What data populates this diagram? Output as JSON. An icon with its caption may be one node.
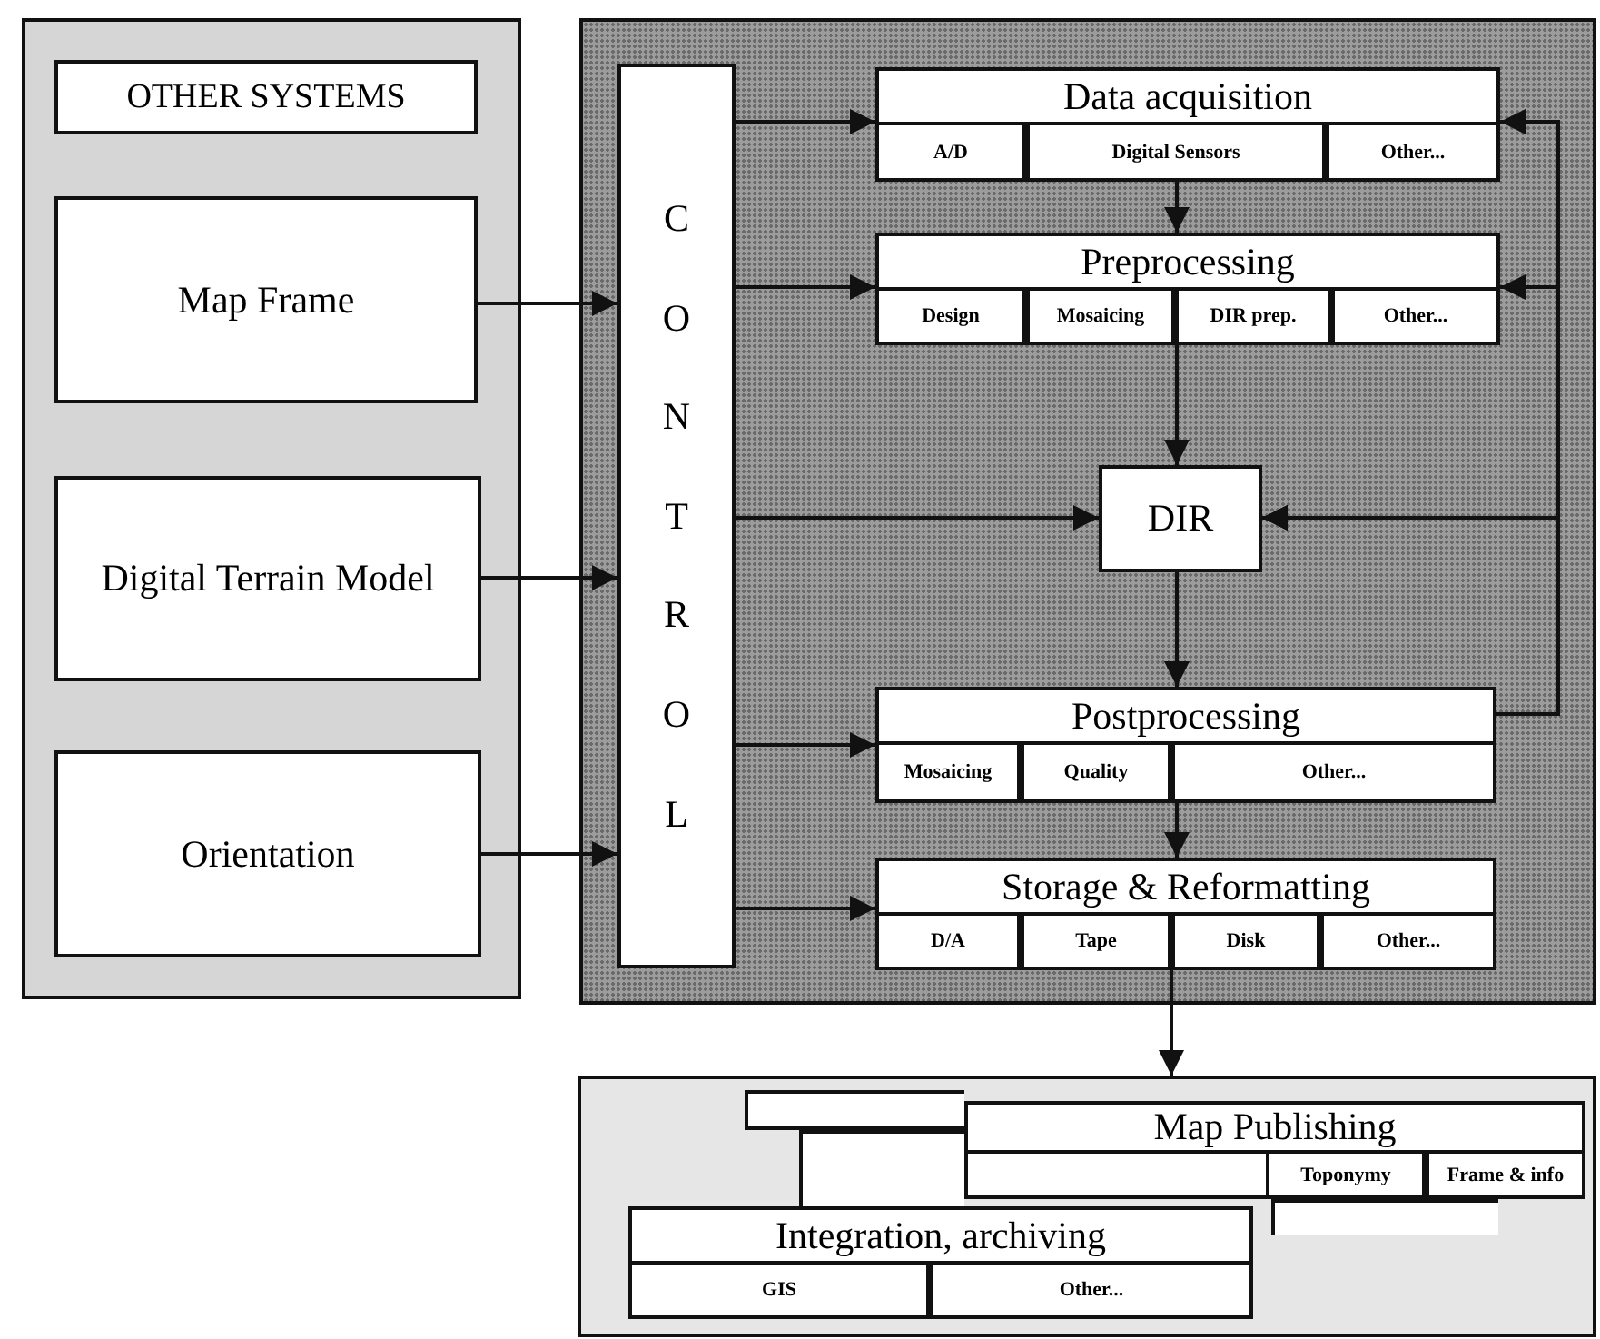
{
  "diagram": {
    "nodes": [
      {
        "text": [
          "OTHER SYSTEMS"
        ]
      },
      {
        "text": [
          "Map Frame"
        ],
        "in": 0
      },
      {
        "text": [
          "Digital Terrain Model"
        ],
        "in": 0
      },
      {
        "text": [
          "Orientation"
        ],
        "in": 0
      },
      {
        "text": [],
        "shape": "box"
      },
      {
        "text": [
          "CONTROL"
        ],
        "in": 4
      },
      {
        "text": [
          "Data acquisition"
        ],
        "in": 4
      },
      {
        "text": [
          "A/D"
        ],
        "in": 6
      },
      {
        "text": [
          "Digital Sensors"
        ],
        "in": 6
      },
      {
        "text": [
          "Other..."
        ],
        "in": 6
      },
      {
        "text": [
          "Preprocessing"
        ],
        "in": 4
      },
      {
        "text": [
          "Design"
        ],
        "in": 10
      },
      {
        "text": [
          "Mosaicing"
        ],
        "in": 10
      },
      {
        "text": [
          "DIR prep."
        ],
        "in": 10
      },
      {
        "text": [
          "Other..."
        ],
        "in": 10
      },
      {
        "text": [
          "DIR"
        ],
        "in": 4
      },
      {
        "text": [
          "Postprocessing"
        ],
        "in": 4
      },
      {
        "text": [
          "Mosaicing"
        ],
        "in": 16
      },
      {
        "text": [
          "Quality"
        ],
        "in": 16
      },
      {
        "text": [
          "Other..."
        ],
        "in": 16
      },
      {
        "text": [
          "Storage & Reformatting"
        ],
        "in": 4
      },
      {
        "text": [
          "D/A"
        ],
        "in": 20
      },
      {
        "text": [
          "Tape"
        ],
        "in": 20
      },
      {
        "text": [
          "Disk"
        ],
        "in": 20
      },
      {
        "text": [
          "Other..."
        ],
        "in": 20
      },
      {
        "text": [],
        "shape": "box"
      },
      {
        "text": [],
        "shape": "box",
        "in": 25
      },
      {
        "text": [],
        "shape": "box",
        "in": 25
      },
      {
        "text": [
          "Map Publishing"
        ],
        "in": 25
      },
      {
        "text": [
          "Toponymy"
        ],
        "in": 28
      },
      {
        "text": [
          "Frame & info"
        ],
        "in": 28
      },
      {
        "text": [],
        "shape": "box",
        "in": 25
      },
      {
        "text": [
          "Integration, archiving"
        ],
        "in": 25
      },
      {
        "text": [
          "GIS"
        ],
        "in": 32
      },
      {
        "text": [
          "Other..."
        ],
        "in": 32
      }
    ],
    "edges": [
      {
        "from": 1,
        "to": 5,
        "arrow": "to"
      },
      {
        "from": 2,
        "to": 5,
        "arrow": "to"
      },
      {
        "from": 3,
        "to": 5,
        "arrow": "to"
      },
      {
        "from": 5,
        "to": 6,
        "arrow": "to"
      },
      {
        "from": 5,
        "to": 10,
        "arrow": "to"
      },
      {
        "from": 5,
        "to": 15,
        "arrow": "to"
      },
      {
        "from": 5,
        "to": 16,
        "arrow": "to"
      },
      {
        "from": 5,
        "to": 20,
        "arrow": "to"
      },
      {
        "from": 6,
        "to": 10,
        "arrow": "to"
      },
      {
        "from": 10,
        "to": 15,
        "arrow": "to"
      },
      {
        "from": 15,
        "to": 16,
        "arrow": "to"
      },
      {
        "from": 16,
        "to": 20,
        "arrow": "to"
      },
      {
        "from": 20,
        "to": 25,
        "arrow": "to"
      },
      {
        "from": 6,
        "to": 15,
        "arrow": "both"
      },
      {
        "from": 10,
        "to": 15,
        "arrow": "both"
      },
      {
        "from": 16,
        "to": 15,
        "arrow": "to"
      }
    ]
  }
}
